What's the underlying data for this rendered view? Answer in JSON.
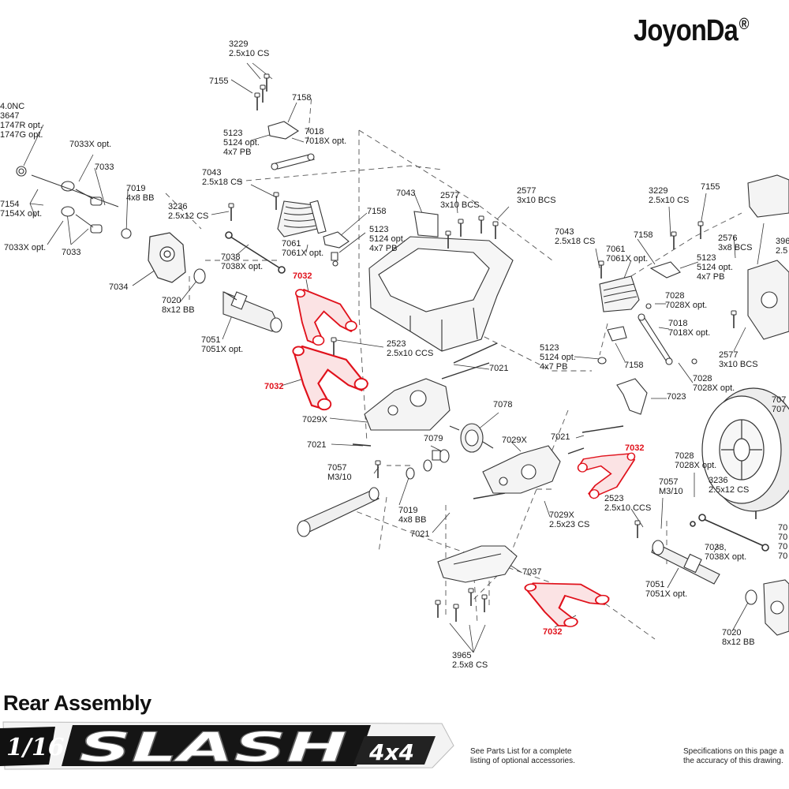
{
  "brand": {
    "name": "JoyonDa",
    "mark": "®"
  },
  "title": "Rear Assembly",
  "logo": {
    "scale": "1/16",
    "name": "SLASH",
    "drive": "4x4"
  },
  "footer": {
    "left": "See Parts List for a complete\nlisting of optional accessories.",
    "right": "Specifications on this page a\nthe accuracy of this drawing."
  },
  "highlight_color": "#e0111b",
  "highlight_part": "7032",
  "labels": {
    "l1": "3229\n2.5x10 CS",
    "l2": "7155",
    "l3": "7158",
    "l4": "5123\n5124 opt.\n4x7 PB",
    "l5": "7018\n7018X opt.",
    "l6": "4.0NC\n3647\n1747R opt.\n1747G opt.",
    "l7": "7033X opt.",
    "l8": "7033",
    "l9": "7019\n4x8 BB",
    "l10": "7043\n2.5x18 CS",
    "l11": "3236\n2.5x12 CS",
    "l12": "7158",
    "l13": "5123\n5124 opt.\n4x7 PB",
    "l14": "7154\n7154X opt.",
    "l15": "7033X opt.",
    "l16": "7033",
    "l17": "7034",
    "l18": "7038\n7038X opt.",
    "l19": "7061\n7061X opt.",
    "l20": "7032",
    "l21": "7020\n8x12 BB",
    "l22": "7051\n7051X opt.",
    "l23": "2523\n2.5x10 CCS",
    "l24": "7032",
    "l25": "7043",
    "l26": "2577\n3x10 BCS",
    "l27": "2577\n3x10 BCS",
    "l28": "7021",
    "l29": "7029X",
    "l30": "7078",
    "l31": "7021",
    "l32": "7079",
    "l33": "7057\nM3/10",
    "l34": "7019\n4x8 BB",
    "l35": "7021",
    "l36": "7029X",
    "l37": "7029X\n2.5x23 CS",
    "l38": "7037",
    "l39": "3965\n2.5x8 CS",
    "l40": "7043\n2.5x18 CS",
    "l41": "3229\n2.5x10 CS",
    "l42": "7155",
    "l43": "7158",
    "l44": "7061\n7061X opt.",
    "l45": "5123\n5124 opt.\n4x7 PB",
    "l46": "7028\n7028X opt.",
    "l47": "7018\n7018X opt.",
    "l48": "5123\n5124 opt.\n4x7 PB",
    "l49": "7158",
    "l50": "7028\n7028X opt.",
    "l51": "7023",
    "l52": "2576\n3x8 BCS",
    "l53": "396\n2.5",
    "l54": "2577\n3x10 BCS",
    "l55": "7021",
    "l56": "7032",
    "l57": "2523\n2.5x10 CCS",
    "l58": "7057\nM3/10",
    "l59": "7028\n7028X opt.",
    "l60": "3236\n2.5x12 CS",
    "l61": "7038,\n7038X opt.",
    "l62": "7051\n7051X opt.",
    "l63": "7032",
    "l64": "7020\n8x12 BB",
    "l65": "707\n707",
    "l66": "70\n70\n70\n70"
  }
}
